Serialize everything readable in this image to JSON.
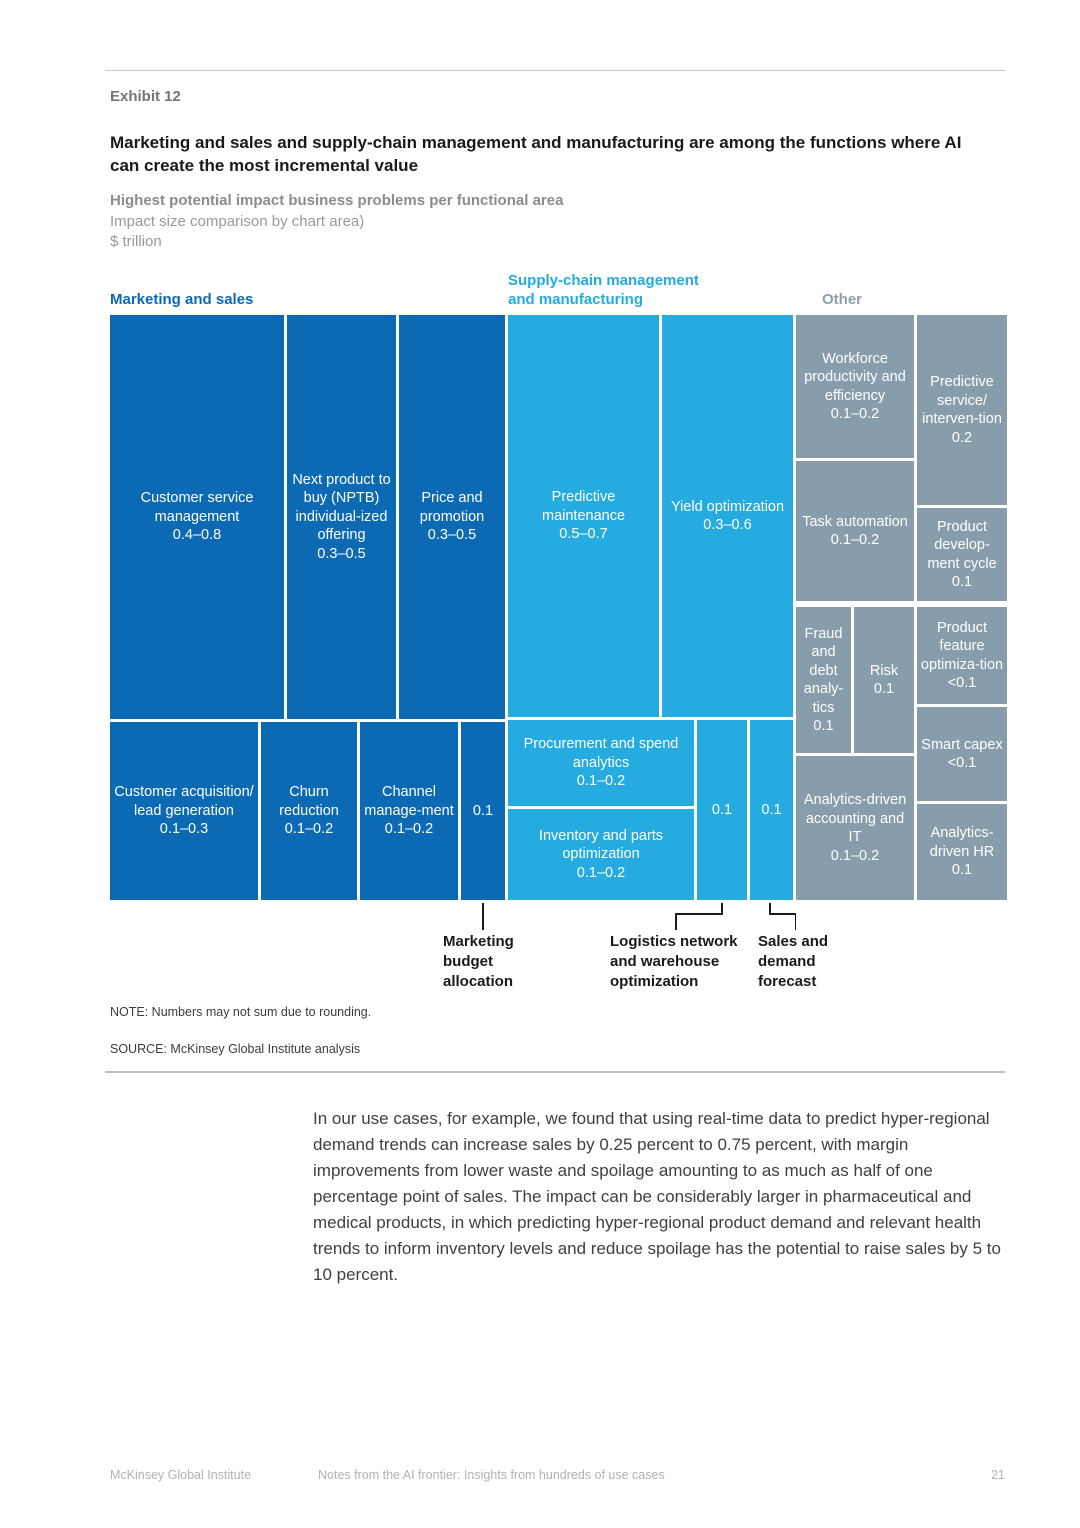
{
  "page": {
    "exhibit_label": "Exhibit 12",
    "title": "Marketing and sales and supply-chain management and manufacturing are among the functions where AI can create the most incremental value",
    "subtitle_bold": "Highest potential impact business problems per functional area",
    "subtitle_line2": "Impact size comparison by chart area)",
    "subtitle_line3": "$ trillion",
    "note": "NOTE: Numbers may not sum due to rounding.",
    "source": "SOURCE:  McKinsey Global Institute analysis",
    "body_paragraph": "In our use cases, for example, we found that using real-time data to predict hyper-regional demand trends can increase sales by 0.25 percent to 0.75 percent, with margin improvements from lower waste and spoilage amounting to as much as half of one percentage point of sales. The impact can be considerably larger in pharmaceutical and medical products, in which predicting hyper-regional product demand and relevant health trends to inform inventory levels and reduce spoilage has the potential to raise sales by 5 to 10 percent.",
    "footer": {
      "left": "McKinsey Global Institute",
      "center": "Notes from the AI frontier: Insights from hundreds of use cases",
      "page_number": "21"
    }
  },
  "chart_data": {
    "type": "treemap",
    "title": "Highest potential impact business problems per functional area",
    "unit": "$ trillion",
    "legend_position": "top",
    "colors": {
      "marketing": "#0b6ab3",
      "supply_chain": "#25abe0",
      "other": "#879dab",
      "other_header": "#8d9fab"
    },
    "groups": [
      {
        "name": "Marketing and sales",
        "items": [
          {
            "label": "Customer service management",
            "value": "0.4–0.8"
          },
          {
            "label": "Next product to buy (NPTB) individual-ized offering",
            "value": "0.3–0.5"
          },
          {
            "label": "Price and promotion",
            "value": "0.3–0.5"
          },
          {
            "label": "Customer acquisition/ lead generation",
            "value": "0.1–0.3"
          },
          {
            "label": "Churn reduction",
            "value": "0.1–0.2"
          },
          {
            "label": "Channel manage-ment",
            "value": "0.1–0.2"
          },
          {
            "label": "",
            "value": "0.1"
          }
        ]
      },
      {
        "name": "Supply-chain management and manufacturing",
        "items": [
          {
            "label": "Predictive maintenance",
            "value": "0.5–0.7"
          },
          {
            "label": "Yield optimization",
            "value": "0.3–0.6"
          },
          {
            "label": "Procurement and spend analytics",
            "value": "0.1–0.2"
          },
          {
            "label": "Inventory and parts optimization",
            "value": "0.1–0.2"
          },
          {
            "label": "",
            "value": "0.1"
          },
          {
            "label": "",
            "value": "0.1"
          }
        ]
      },
      {
        "name": "Other",
        "items": [
          {
            "label": "Workforce productivity and efficiency",
            "value": "0.1–0.2"
          },
          {
            "label": "Predictive service/ interven-tion",
            "value": "0.2"
          },
          {
            "label": "Task automation",
            "value": "0.1–0.2"
          },
          {
            "label": "Product develop-ment cycle",
            "value": "0.1"
          },
          {
            "label": "Fraud and debt analy-tics",
            "value": "0.1"
          },
          {
            "label": "Risk",
            "value": "0.1"
          },
          {
            "label": "Product feature optimiza-tion",
            "value": "<0.1"
          },
          {
            "label": "Smart capex",
            "value": "<0.1"
          },
          {
            "label": "Analytics-driven accounting and IT",
            "value": "0.1–0.2"
          },
          {
            "label": "Analytics-driven HR",
            "value": "0.1"
          }
        ]
      }
    ],
    "callouts": [
      {
        "label": "Marketing budget allocation"
      },
      {
        "label": "Logistics network and warehouse optimization"
      },
      {
        "label": "Sales and demand forecast"
      }
    ]
  }
}
